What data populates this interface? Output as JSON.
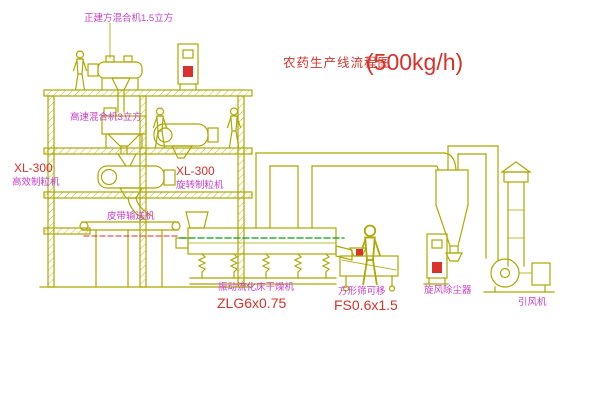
{
  "window": {
    "background": "#ffffff"
  },
  "title": {
    "text": "农药生产线流程图",
    "capacity": "(500kg/h)"
  },
  "colors": {
    "line": "#aea800",
    "magenta": "#c93ec9",
    "red": "#d9312b",
    "green": "#06a10e",
    "background": "#ffffff"
  },
  "labels": {
    "top_mixer": "正建方混合机1.5立方",
    "high_speed_mixer": "高速混合机3立方",
    "granulator_left_model": "XL-300",
    "granulator_left_name": "高效制粒机",
    "granulator_mid_model": "XL-300",
    "granulator_mid_name": "旋转制粒机",
    "belt_conveyor": "皮带输送机",
    "dryer_name": "振动流化床干燥机",
    "dryer_model": "ZLG6x0.75",
    "sieve_name": "方形筛可移",
    "sieve_model": "FS0.6x1.5",
    "cyclone_name": "旋风除尘器",
    "fan_name": "引风机"
  }
}
